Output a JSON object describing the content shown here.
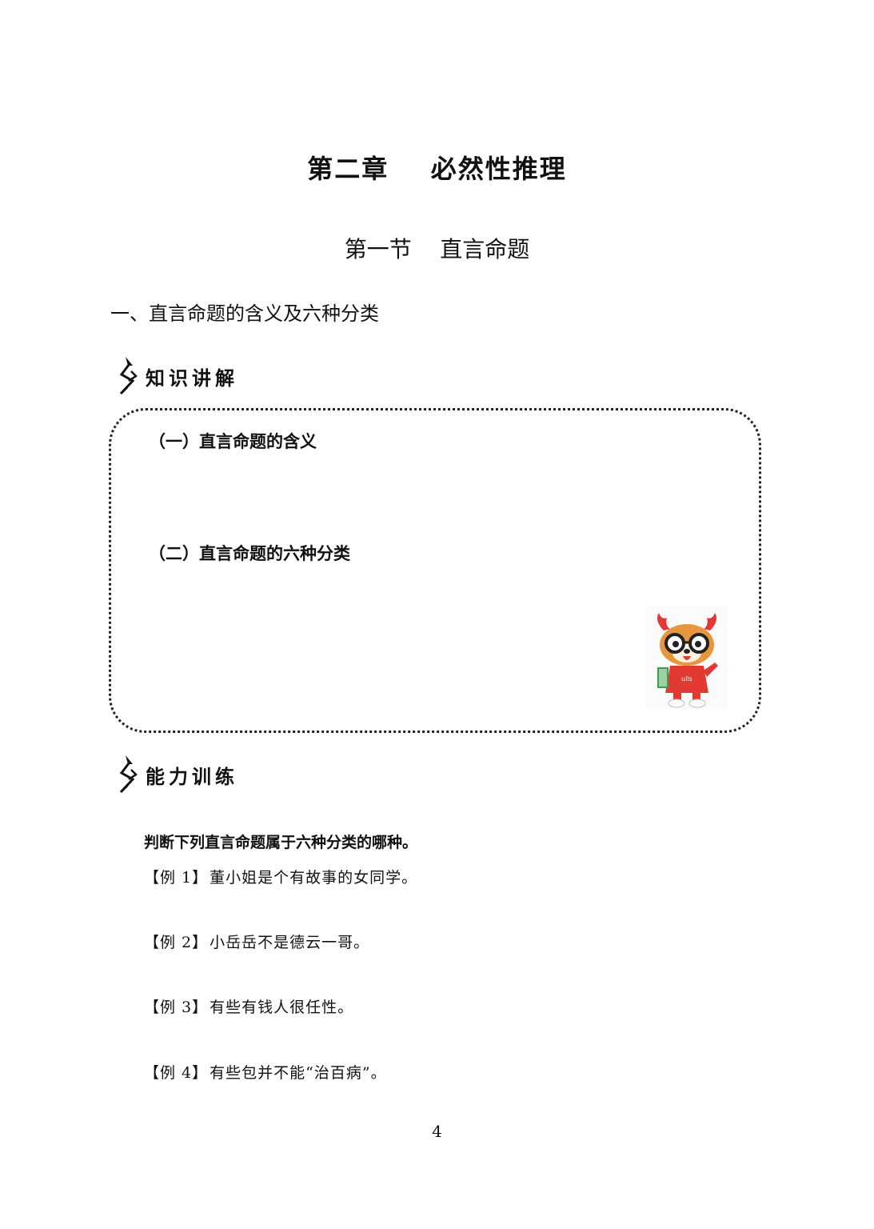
{
  "chapter": {
    "title": "第二章    必然性推理"
  },
  "section": {
    "title": "第一节    直言命题"
  },
  "part": {
    "title": "一、直言命题的含义及六种分类"
  },
  "knowledge": {
    "header": "知识讲解",
    "icon": "zigzag-arrow-icon",
    "subheadings": [
      "（一）直言命题的含义",
      "（二）直言命题的六种分类"
    ],
    "mascot": {
      "icon": "deer-mascot-icon",
      "badge": "ulls"
    }
  },
  "practice": {
    "header": "能力训练",
    "icon": "zigzag-arrow-icon",
    "instruction": "判断下列直言命题属于六种分类的哪种。",
    "examples": [
      {
        "label": "【例 1】",
        "text": "董小姐是个有故事的女同学。"
      },
      {
        "label": "【例 2】",
        "text": "小岳岳不是德云一哥。"
      },
      {
        "label": "【例 3】",
        "text": "有些有钱人很任性。"
      },
      {
        "label": "【例 4】",
        "text": "有些包并不能“治百病”。"
      }
    ]
  },
  "footer": {
    "page_number": "4"
  },
  "colors": {
    "mascot_red": "#e23a33",
    "mascot_orange": "#e8963e",
    "book_green": "#3aa04a"
  }
}
